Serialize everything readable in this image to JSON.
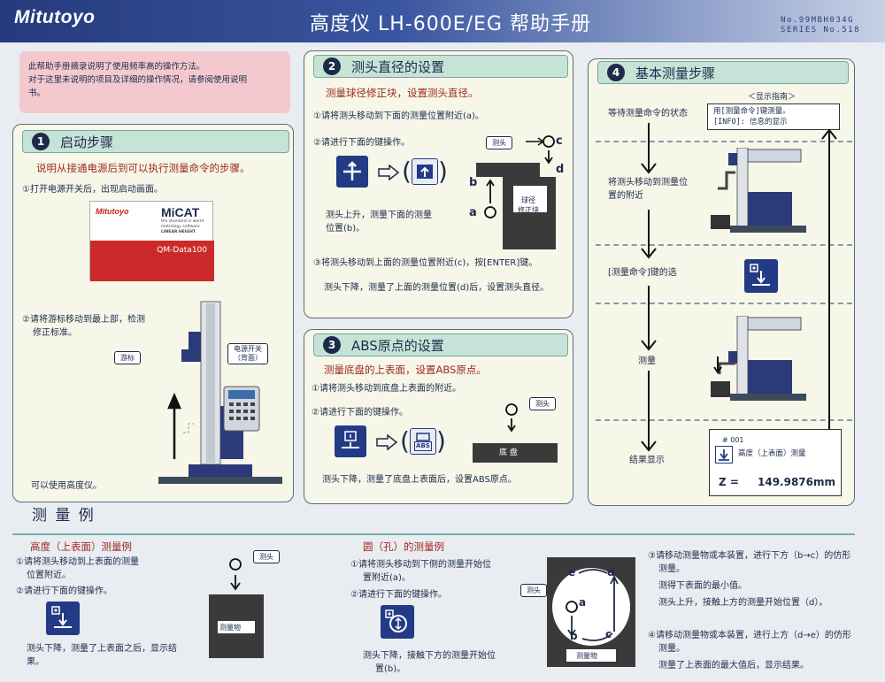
{
  "header": {
    "brand": "Mitutoyo",
    "title": "高度仪 LH-600E/EG 帮助手册",
    "doc_no": "No.99MBH034G",
    "series": "SERIES No.518"
  },
  "intro": {
    "line1": "此帮助手册摘录说明了使用频率高的操作方法。",
    "line2": "对于这里未说明的项目及详细的操作情况，请参阅使用说明",
    "line3": "书。"
  },
  "s1": {
    "num": "1",
    "title": "启动步骤",
    "lead": "说明从接通电源后到可以执行测量命令的步骤。",
    "step1": "①打开电源开关后，出现启动画面。",
    "screen_brand": "Mitutoyo",
    "screen_app": "MiCAT",
    "screen_tag1": "the standard in world",
    "screen_tag2": "metrology software",
    "screen_tag3": "LINEAR HEIGHT",
    "screen_data": "QM-Data100",
    "step2_a": "②请将游标移动到最上部，检测",
    "step2_b": "修正标准。",
    "cursor_label": "游标",
    "power_label_a": "电源开关",
    "power_label_b": "（背面）",
    "ready": "可以使用高度仪。"
  },
  "s2": {
    "num": "2",
    "title": "测头直径的设置",
    "lead": "测量球径修正块，设置测头直径。",
    "step1": "①请将测头移动到下面的测量位置附近(a)。",
    "step2": "②请进行下面的键操作。",
    "probe_label": "测头",
    "gauge_a": "球径",
    "gauge_b": "修正块",
    "desc1_a": "测头上升，测量下面的测量",
    "desc1_b": "位置(b)。",
    "step3": "③将测头移动到上面的测量位置附近(c)，按[ENTER]键。",
    "desc2": "测头下降，测量了上面的测量位置(d)后，设置测头直径。",
    "pts": {
      "a": "a",
      "b": "b",
      "c": "c",
      "d": "d"
    }
  },
  "s3": {
    "num": "3",
    "title": "ABS原点的设置",
    "lead": "测量底盘的上表面，设置ABS原点。",
    "step1": "①请将测头移动到底盘上表面的附近。",
    "step2": "②请进行下面的键操作。",
    "probe_label": "测头",
    "base_label": "底  盘",
    "abs_key": "ABS",
    "desc": "测头下降，测量了底盘上表面后，设置ABS原点。"
  },
  "s4": {
    "num": "4",
    "title": "基本测量步骤",
    "guide_title": "＜显示指南＞",
    "guide_line1": "用[测量命令]键测量。",
    "guide_line2": "[INFO]: 信息的显示",
    "state1": "等待测量命令的状态",
    "state2_a": "将测头移动到测量位",
    "state2_b": "置的附近",
    "state3": "[测量命令]键的选",
    "state4": "测量",
    "state5": "结果显示",
    "result_id": "# 001",
    "result_desc": "高度（上表面）测量",
    "result_label": "Z =",
    "result_value": "149.9876mm"
  },
  "examples": {
    "title": "测  量  例",
    "ex1": {
      "title": "高度（上表面）测量例",
      "step1_a": "①请将测头移动到上表面的测量",
      "step1_b": "位置附近。",
      "step2": "②请进行下面的键操作。",
      "desc_a": "测头下降，测量了上表面之后，显示结",
      "desc_b": "果。",
      "probe_label": "测头",
      "object_label": "测量物"
    },
    "ex2": {
      "title": "圆（孔）的测量例",
      "step1_a": "①请将测头移动到下侧的测量开始位",
      "step1_b": "置附近(a)。",
      "step2": "②请进行下面的键操作。",
      "desc_a": "测头下降，接触下方的测量开始位",
      "desc_b": "置(b)。",
      "probe_label": "测头",
      "object_label": "测量物",
      "pts": {
        "a": "a",
        "b": "b",
        "c": "c",
        "d": "d",
        "e": "e"
      }
    },
    "ex3": {
      "step3_a": "③请移动测量物或本装置，进行下方（b→c）的仿形",
      "step3_b": "测量。",
      "step3_c": "测得下表面的最小值。",
      "step3_d": "测头上升，接触上方的测量开始位置（d）。",
      "step4_a": "④请移动测量物或本装置，进行上方（d→e）的仿形",
      "step4_b": "测量。",
      "step4_c": "测量了上表面的最大值后，显示结果。"
    }
  }
}
